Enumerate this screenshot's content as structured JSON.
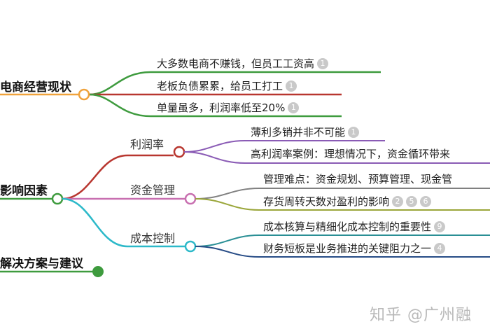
{
  "mindmap": {
    "branches": [
      {
        "label": "电商经营现状",
        "items": [
          {
            "text": "大多数电商不赚钱，但员工工资高",
            "badges": [
              "1"
            ]
          },
          {
            "text": "老板负债累累，给员工打工",
            "badges": [
              "1"
            ]
          },
          {
            "text": "单量虽多，利润率低至20%",
            "badges": [
              "1"
            ]
          }
        ]
      },
      {
        "label": "影响因素",
        "groups": [
          {
            "label": "利润率",
            "items": [
              {
                "text": "薄利多销并非不可能",
                "badges": [
                  "1"
                ]
              },
              {
                "text": "高利润率案例：理想情况下，资金循环带来",
                "badges": []
              }
            ]
          },
          {
            "label": "资金管理",
            "items": [
              {
                "text": "管理难点：资金规划、预算管理、现金管",
                "badges": []
              },
              {
                "text": "存货周转天数对盈利的影响",
                "badges": [
                  "2",
                  "5",
                  "6"
                ]
              }
            ]
          },
          {
            "label": "成本控制",
            "items": [
              {
                "text": "成本核算与精细化成本控制的重要性",
                "badges": [
                  "9"
                ]
              },
              {
                "text": "财务短板是业务推进的关键阻力之一",
                "badges": [
                  "4"
                ]
              }
            ]
          }
        ]
      },
      {
        "label": "解决方案与建议",
        "items": []
      }
    ]
  },
  "watermark": "知乎 @广州融",
  "colors": {
    "green": "#3e9b3e",
    "red": "#b8362f",
    "purple": "#8a5bb5",
    "olive": "#9aa63a",
    "pink": "#c86fb0",
    "cyan": "#2cb9c9",
    "teal": "#2a8f95",
    "darkblue": "#274c86",
    "gray": "#808080"
  }
}
